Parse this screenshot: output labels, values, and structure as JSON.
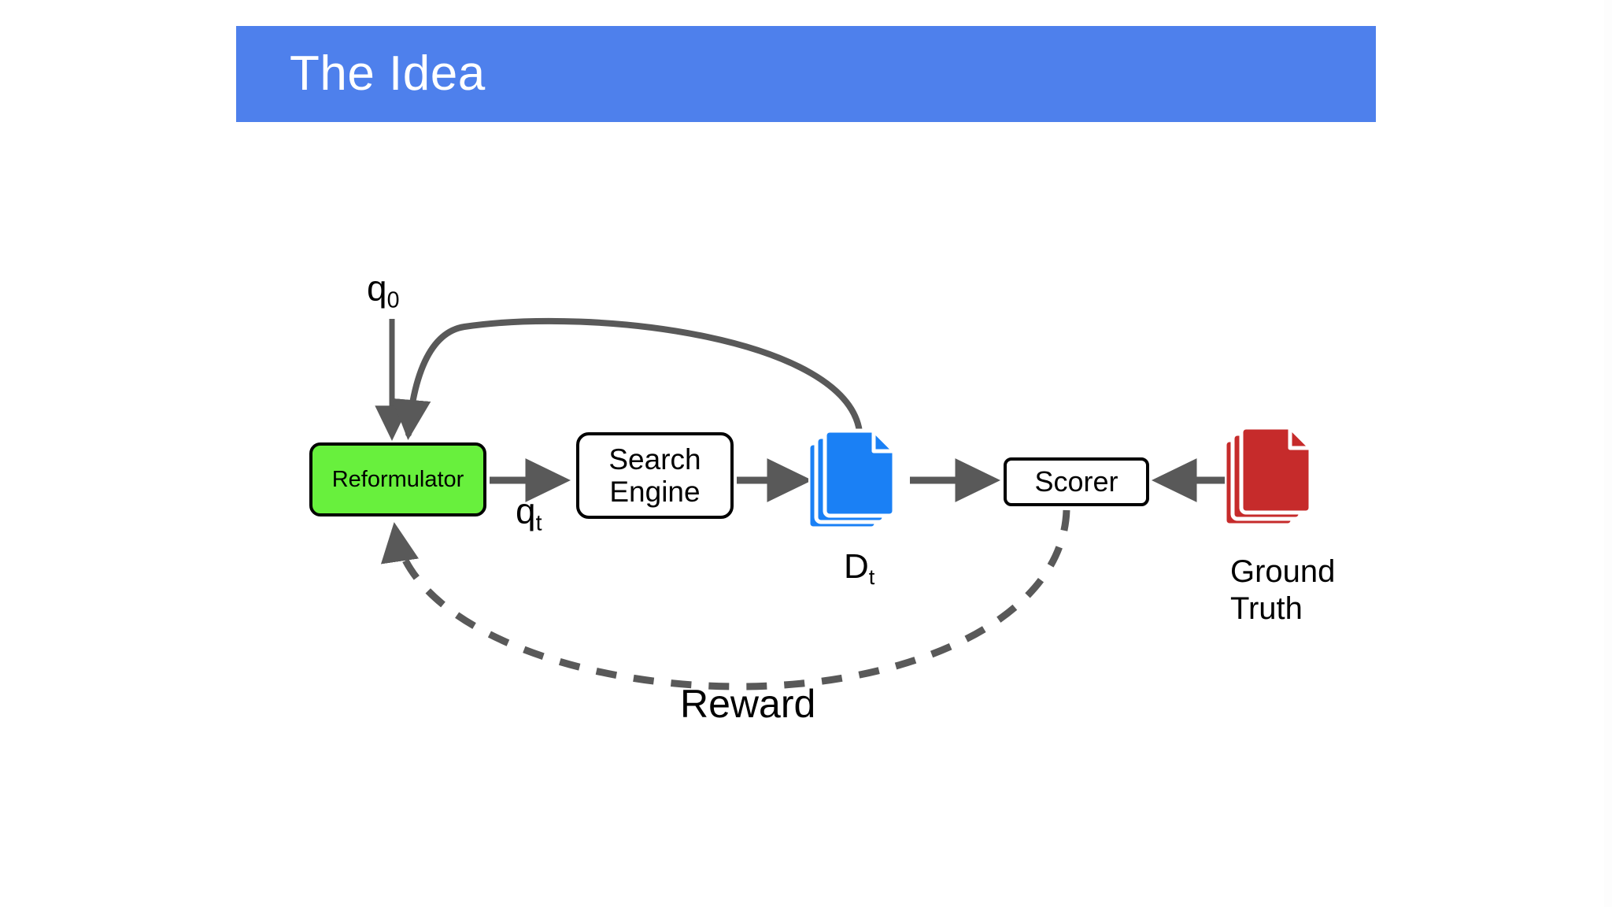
{
  "slide": {
    "title": "The Idea",
    "background_color": "#ffffff",
    "banner_color": "#4e80ec",
    "title_color": "#ffffff"
  },
  "diagram": {
    "type": "flow-diagram",
    "description": "Reinforcement-learning query reformulation loop",
    "nodes": [
      {
        "id": "reformulator",
        "label": "Reformulator",
        "shape": "rounded-rect",
        "fill": "#68f03d",
        "stroke": "#000000"
      },
      {
        "id": "search-engine",
        "label_line1": "Search",
        "label_line2": "Engine",
        "shape": "rounded-rect",
        "fill": "#ffffff",
        "stroke": "#000000"
      },
      {
        "id": "documents-retrieved",
        "label": "D",
        "label_sub": "t",
        "shape": "document-stack",
        "fill": "#1a80f5",
        "stroke": "#ffffff"
      },
      {
        "id": "scorer",
        "label": "Scorer",
        "shape": "rounded-rect",
        "fill": "#ffffff",
        "stroke": "#000000"
      },
      {
        "id": "ground-truth",
        "label_line1": "Ground",
        "label_line2": "Truth",
        "shape": "document-stack",
        "fill": "#c62b2b",
        "stroke": "#ffffff"
      }
    ],
    "edge_labels": {
      "initial_query": "q",
      "initial_query_sub": "0",
      "reformulated_query": "q",
      "reformulated_query_sub": "t",
      "feedback": "Reward"
    },
    "edges": [
      {
        "from": "input",
        "to": "reformulator",
        "style": "solid",
        "label": "q0"
      },
      {
        "from": "reformulator",
        "to": "search-engine",
        "style": "solid",
        "label": "qt"
      },
      {
        "from": "search-engine",
        "to": "documents-retrieved",
        "style": "solid",
        "label": ""
      },
      {
        "from": "documents-retrieved",
        "to": "reformulator",
        "style": "solid-curved",
        "label": ""
      },
      {
        "from": "documents-retrieved",
        "to": "scorer",
        "style": "solid",
        "label": ""
      },
      {
        "from": "ground-truth",
        "to": "scorer",
        "style": "solid",
        "label": ""
      },
      {
        "from": "scorer",
        "to": "reformulator",
        "style": "dashed-curved",
        "label": "Reward"
      }
    ],
    "arrow_color": "#595959",
    "dashed_color": "#595959"
  }
}
